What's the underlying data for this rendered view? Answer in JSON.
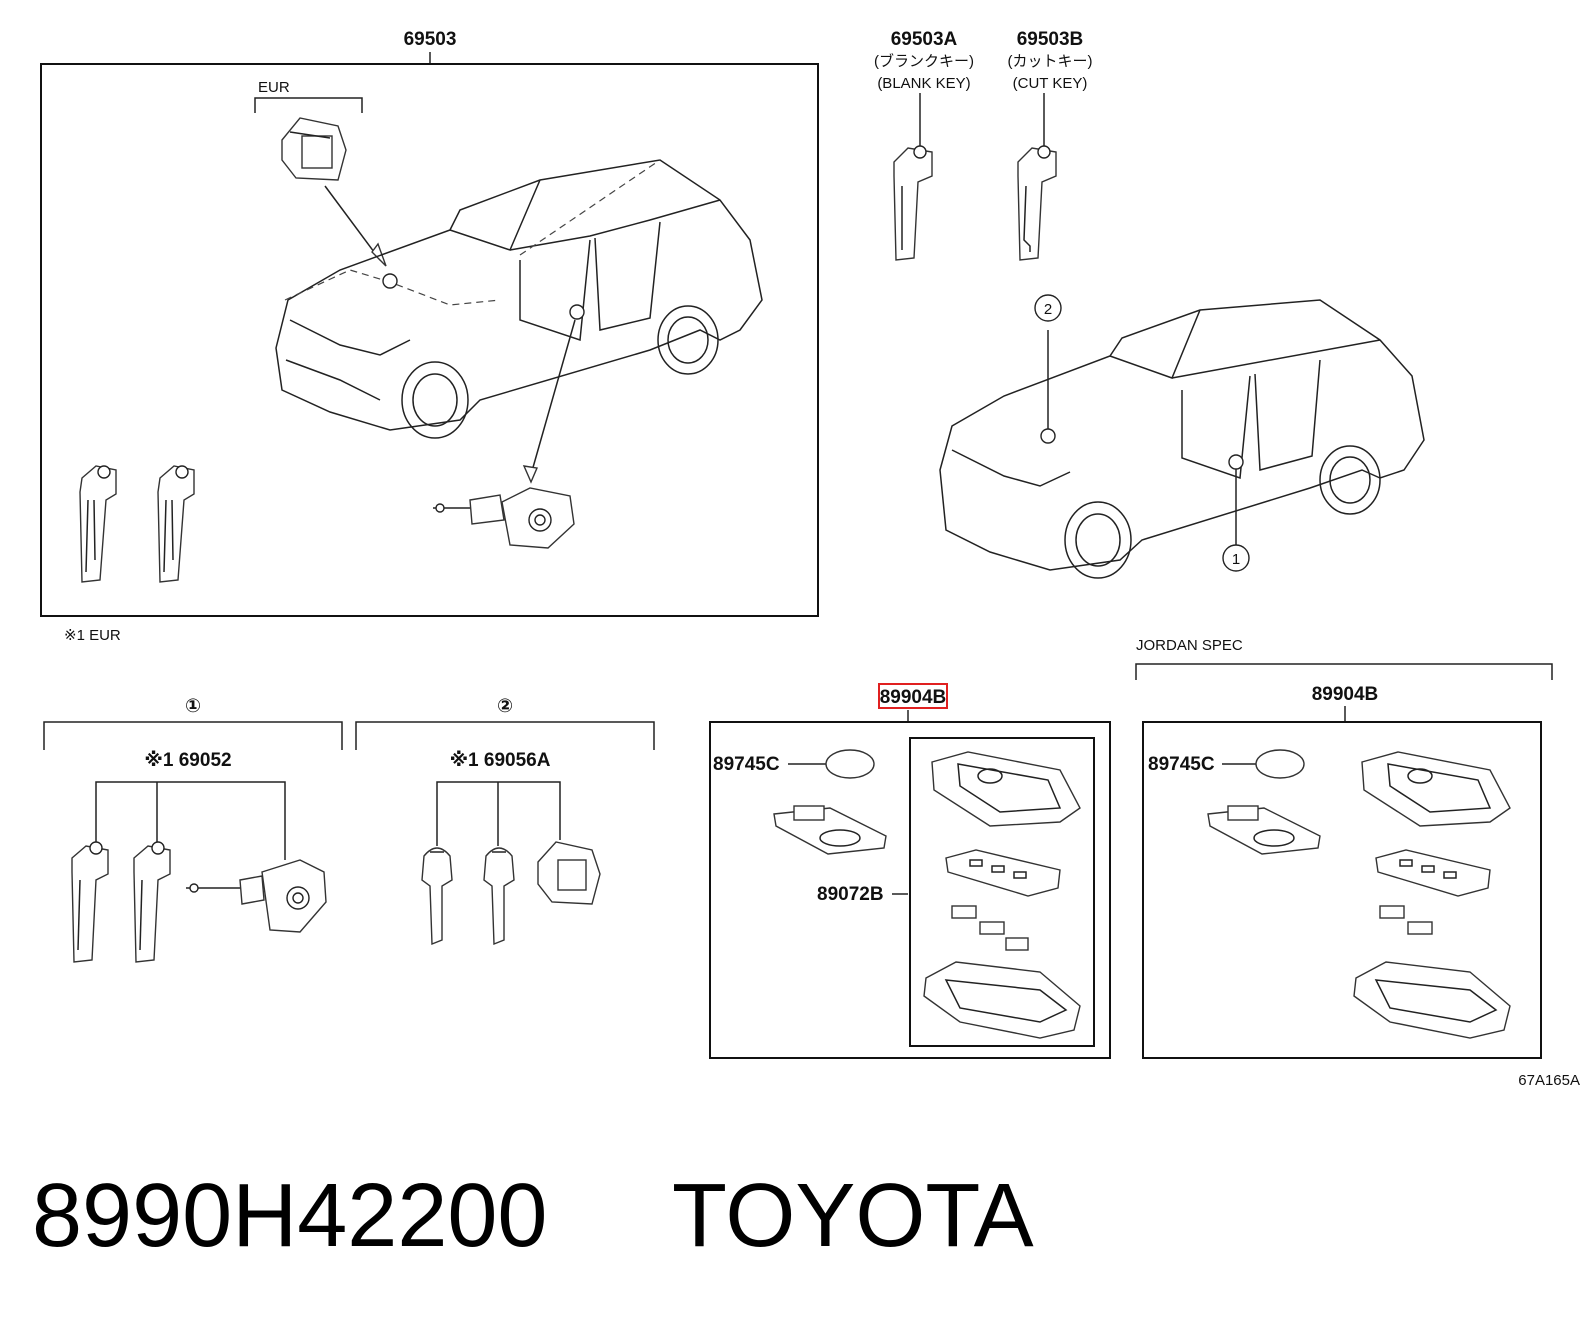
{
  "labels": {
    "top_assembly": "69503",
    "eur": "EUR",
    "blank_key_pn": "69503A",
    "blank_key_jp": "(ブランクキー)",
    "blank_key_en": "(BLANK KEY)",
    "cut_key_pn": "69503B",
    "cut_key_jp": "(カットキー)",
    "cut_key_en": "(CUT KEY)",
    "note_eur": "※1 EUR",
    "jordan_spec": "JORDAN SPEC",
    "callout_1": "①",
    "callout_2": "②",
    "group1_pn": "※1 69052",
    "group2_pn": "※1 69056A",
    "fob_assy_highlighted": "89904B",
    "fob_assy_jordan": "89904B",
    "battery_pn": "89745C",
    "battery_pn_jordan": "89745C",
    "transmitter_pn": "89072B",
    "diagram_code": "67A165A"
  },
  "caption": {
    "part_number": "8990H42200",
    "brand": "TOYOTA"
  }
}
